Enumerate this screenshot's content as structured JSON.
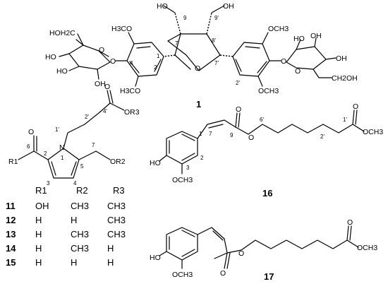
{
  "compounds": {
    "c1": {
      "id": "1",
      "labels": {
        "oh9": "HO",
        "oh9p": "OH",
        "n9": "9",
        "n9p": "9'",
        "n7": "7'",
        "n8p": "8'",
        "n7p": "7'",
        "o_ring": "O",
        "n1": "1",
        "n4": "4",
        "n2": "2",
        "n2p": "2'",
        "och3_tl": "H3CO",
        "och3_bl": "H3CO",
        "och3_tr": "OCH3",
        "och3_br": "OCH3",
        "o_gl": "O",
        "o_gr": "O",
        "g_l_ch2oh": "HOH2C",
        "g_l_oh1": "HO",
        "g_l_oh2": "HO",
        "g_l_oh3": "OH",
        "g_l_o": "O",
        "g_r_ho1": "HO",
        "g_r_oh2": "OH",
        "g_r_oh3": "OH",
        "g_r_o": "O",
        "g_r_ch2oh": "CH2OH"
      }
    },
    "pyrrole": {
      "labels": {
        "o_carbonyl": "O",
        "n6": "6",
        "r1": "R1",
        "n2": "2",
        "n1": "1",
        "N": "N",
        "n3": "3",
        "n4": "4",
        "n5": "5",
        "n7": "7",
        "or2": "OR2",
        "n1p": "1'",
        "n2p": "2'",
        "n4p": "4'",
        "o_ester": "O",
        "or3": "OR3"
      }
    },
    "c16": {
      "id": "16",
      "labels": {
        "ho": "HO",
        "och3": "OCH3",
        "n1": "1",
        "n2": "2",
        "n3": "3",
        "n7": "7",
        "n9": "9",
        "o_c": "O",
        "o_e": "O",
        "n6p": "6'",
        "n2p": "2'",
        "n1p": "1'",
        "o_c2": "O",
        "och3_end": "OCH3"
      }
    },
    "c17": {
      "id": "17",
      "labels": {
        "ho": "HO",
        "och3": "OCH3",
        "o_c": "O",
        "o_e": "O",
        "o_c2": "O",
        "och3_end": "OCH3"
      }
    }
  },
  "substituent_table": {
    "headers": [
      "R1",
      "R2",
      "R3"
    ],
    "rows": [
      {
        "id": "11",
        "r1": "OH",
        "r2": "CH3",
        "r3": "CH3"
      },
      {
        "id": "12",
        "r1": "H",
        "r2": "H",
        "r3": "CH3"
      },
      {
        "id": "13",
        "r1": "H",
        "r2": "CH3",
        "r3": "CH3"
      },
      {
        "id": "14",
        "r1": "H",
        "r2": "CH3",
        "r3": "H"
      },
      {
        "id": "15",
        "r1": "H",
        "r2": "H",
        "r3": "H"
      }
    ]
  }
}
